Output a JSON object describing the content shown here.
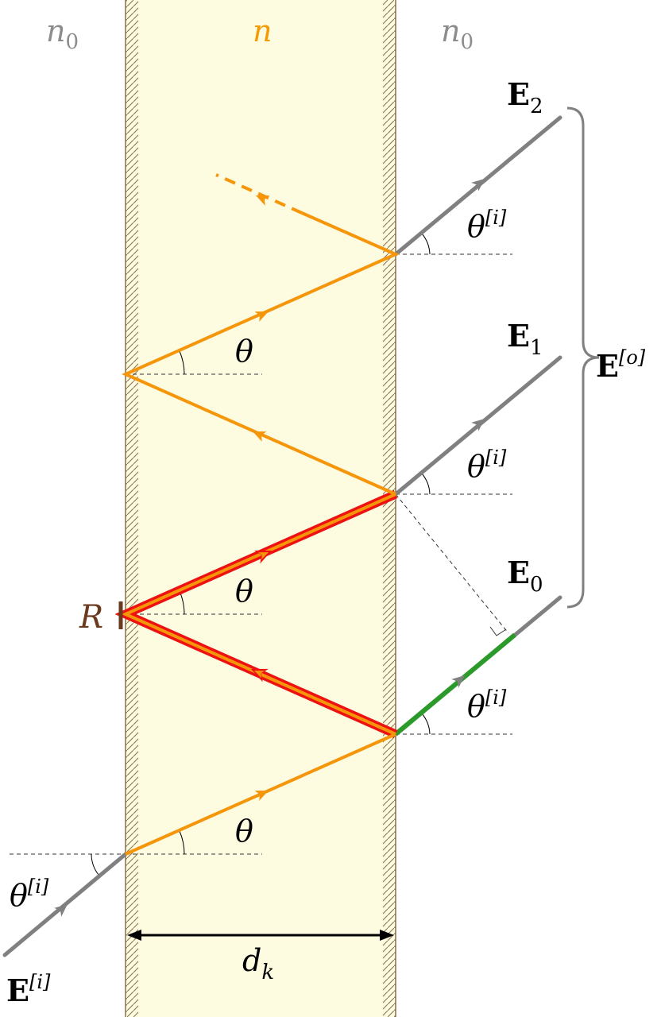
{
  "labels": {
    "medium_left": "n",
    "medium_left_sub": "0",
    "medium_center": "n",
    "medium_right": "n",
    "medium_right_sub": "0",
    "output_field_0": "E",
    "output_field_0_sub": "0",
    "output_field_1": "E",
    "output_field_1_sub": "1",
    "output_field_2": "E",
    "output_field_2_sub": "2",
    "output_total": "E",
    "output_total_sup": "[o]",
    "input_field": "E",
    "input_field_sup": "[i]",
    "angle_external": "θ",
    "angle_external_sup": "[i]",
    "angle_internal": "θ",
    "reflection_symbol": "R",
    "thickness": "d",
    "thickness_sub": "k"
  },
  "colors": {
    "slab_fill": "#fdfbe0",
    "slab_edge": "#8b6e4b",
    "hatch": "#8b6e4b",
    "external_ray": "#808080",
    "internal_ray": "#f5960a",
    "highlight_ray": "#ee1111",
    "highlight_inner": "#f5960a",
    "path_difference": "#2b9a2b",
    "medium_label_outer": "#8c8c8c",
    "medium_label_inner": "#f59a00",
    "reflection_label": "#6a3a1e",
    "dashed": "#333333",
    "text": "#000000"
  }
}
